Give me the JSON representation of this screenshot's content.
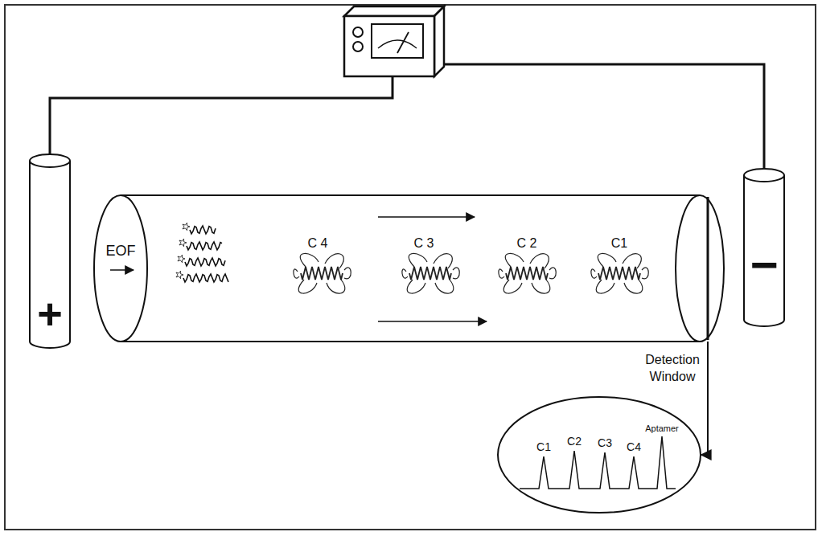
{
  "diagram": {
    "nodes": [
      {
        "text": [
          "EOF",
          "C 4",
          "C 3",
          "C 2",
          "C1"
        ]
      },
      {
        "text": [
          "C1",
          "C2",
          "C3",
          "C4",
          "Aptamer"
        ]
      }
    ],
    "edges": [
      {
        "from": 0,
        "to": 1,
        "arrow": "to",
        "label": "Detection Window"
      }
    ],
    "labels": [
      "+",
      "−"
    ]
  }
}
